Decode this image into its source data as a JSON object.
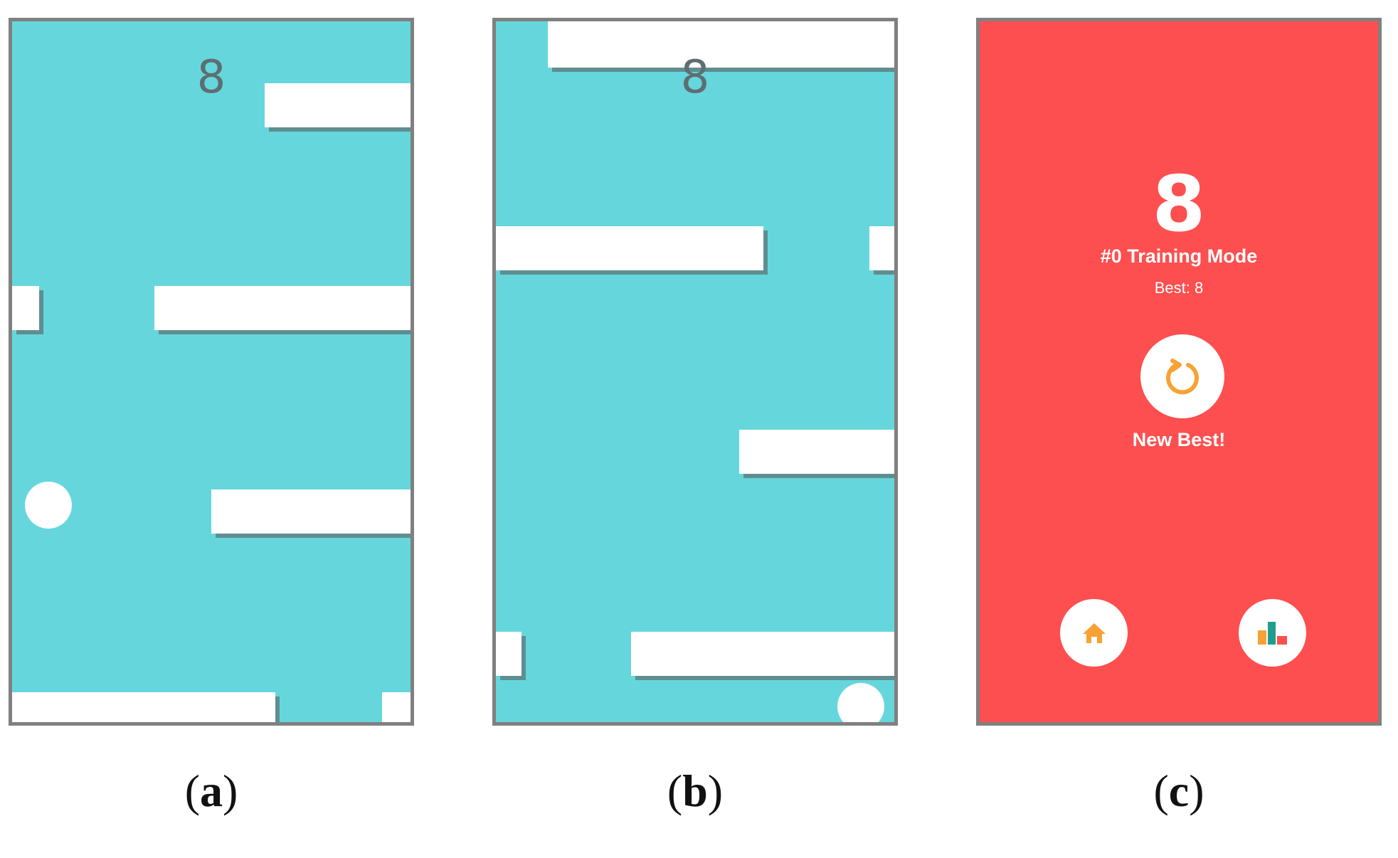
{
  "panels": [
    {
      "label_open": "(",
      "label_letter": "a",
      "label_close": ")",
      "score": "8"
    },
    {
      "label_open": "(",
      "label_letter": "b",
      "label_close": ")",
      "score": "8"
    },
    {
      "label_open": "(",
      "label_letter": "c",
      "label_close": ")",
      "score": "8",
      "mode": "#0 Training Mode",
      "best": "Best: 8",
      "new_best": "New Best!"
    }
  ],
  "icons": {
    "replay": "replay-icon",
    "home": "home-icon",
    "leaderboard": "leaderboard-icon"
  },
  "colors": {
    "game_background": "#66d6dd",
    "gameover_background": "#fd4f4f",
    "accent_orange": "#f7a233",
    "accent_teal": "#1f9e8e",
    "frame": "#808080"
  }
}
